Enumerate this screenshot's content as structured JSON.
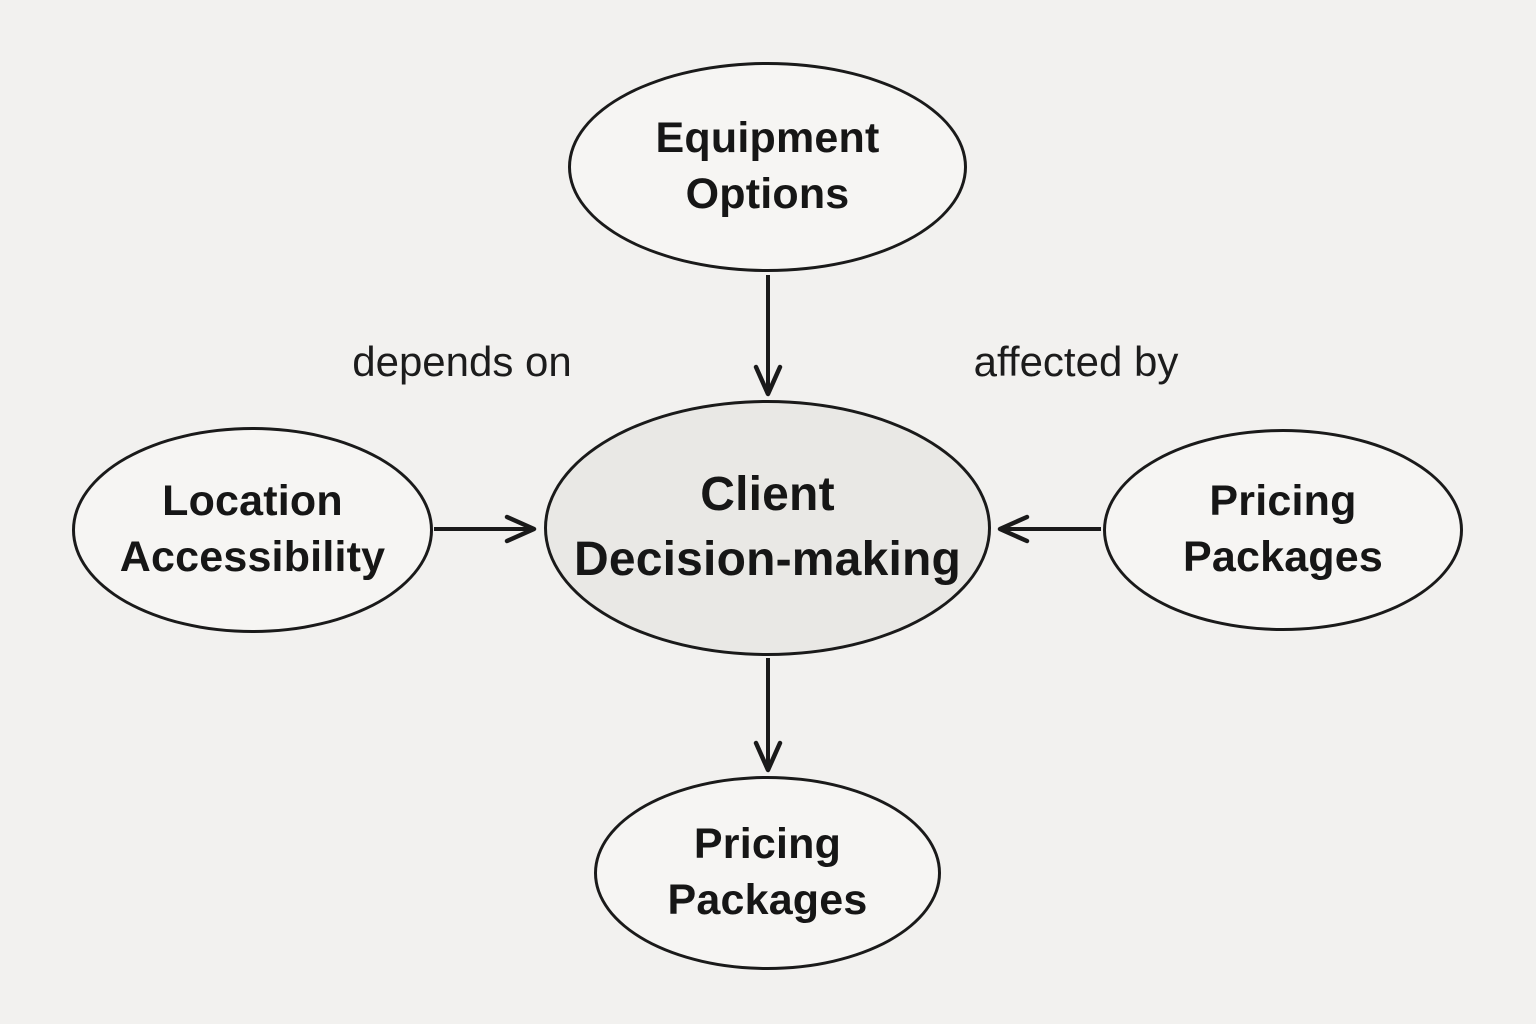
{
  "colors": {
    "background": "#f2f1ef",
    "node_fill": "#f6f5f3",
    "center_node_fill": "#e9e8e5",
    "stroke": "#1a1a1a",
    "text": "#161616"
  },
  "nodes": {
    "equipment_options": {
      "label": "Equipment\nOptions"
    },
    "client_decision_making": {
      "label": "Client\nDecision-making"
    },
    "location_accessibility": {
      "label": "Location\nAccessibility"
    },
    "pricing_packages_right": {
      "label": "Pricing\nPackages"
    },
    "pricing_packages_bottom": {
      "label": "Pricing\nPackages"
    }
  },
  "edge_labels": {
    "depends_on": "depends on",
    "affected_by": "affected by"
  },
  "edges": [
    {
      "from": "Equipment Options",
      "to": "Client Decision-making",
      "direction": "down"
    },
    {
      "from": "Location Accessibility",
      "to": "Client Decision-making",
      "direction": "right"
    },
    {
      "from": "Pricing Packages",
      "to": "Client Decision-making",
      "direction": "left"
    },
    {
      "from": "Client Decision-making",
      "to": "Pricing Packages",
      "direction": "down"
    }
  ]
}
